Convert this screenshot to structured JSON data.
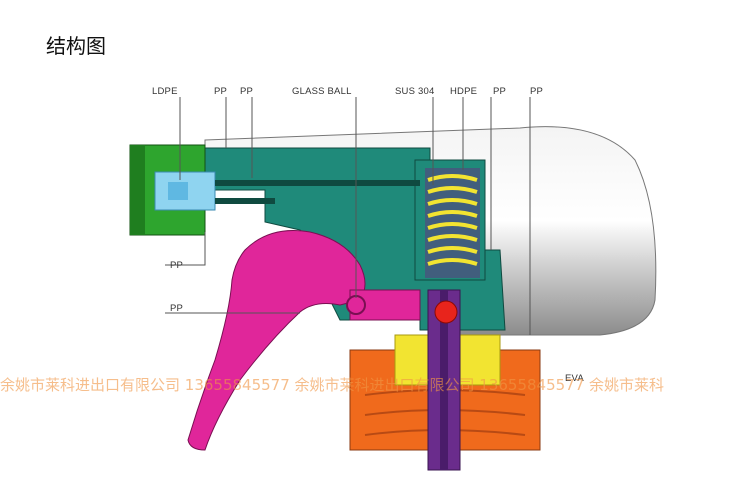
{
  "title": "结构图",
  "labels": {
    "ldpe": "LDPE",
    "pp_top1": "PP",
    "pp_top2": "PP",
    "glass_ball": "GLASS BALL",
    "sus304": "SUS 304",
    "hdpe": "HDPE",
    "pp_top3": "PP",
    "pp_top4": "PP",
    "pp_left1": "PP",
    "pp_left2": "PP",
    "eva": "EVA"
  },
  "watermark": "余姚市莱科进出口有限公司 13655845577 余姚市莱科进出口有限公司 13655845577 余姚市莱科",
  "colors": {
    "body_green": "#1f8a7a",
    "nozzle_green": "#2ea52e",
    "nozzle_blue": "#8fd4f0",
    "trigger_magenta": "#e0269a",
    "spring_yellow": "#f2e431",
    "tube_purple": "#6a2c8c",
    "valve_red": "#e8241c",
    "cap_orange": "#f06a1c",
    "shroud_grey": "#d8d8d8"
  }
}
